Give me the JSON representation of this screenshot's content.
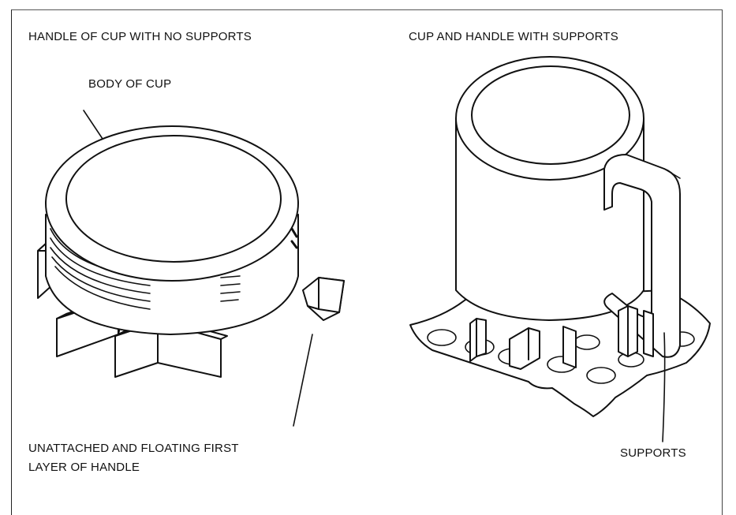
{
  "left_panel": {
    "title": "HANDLE OF CUP WITH NO SUPPORTS",
    "body_label": "BODY OF CUP",
    "handle_label_line1": "UNATTACHED AND FLOATING FIRST",
    "handle_label_line2": "LAYER OF HANDLE"
  },
  "right_panel": {
    "title": "CUP AND HANDLE WITH SUPPORTS",
    "supports_label": "SUPPORTS"
  },
  "colors": {
    "line": "#111111",
    "background": "#ffffff"
  }
}
